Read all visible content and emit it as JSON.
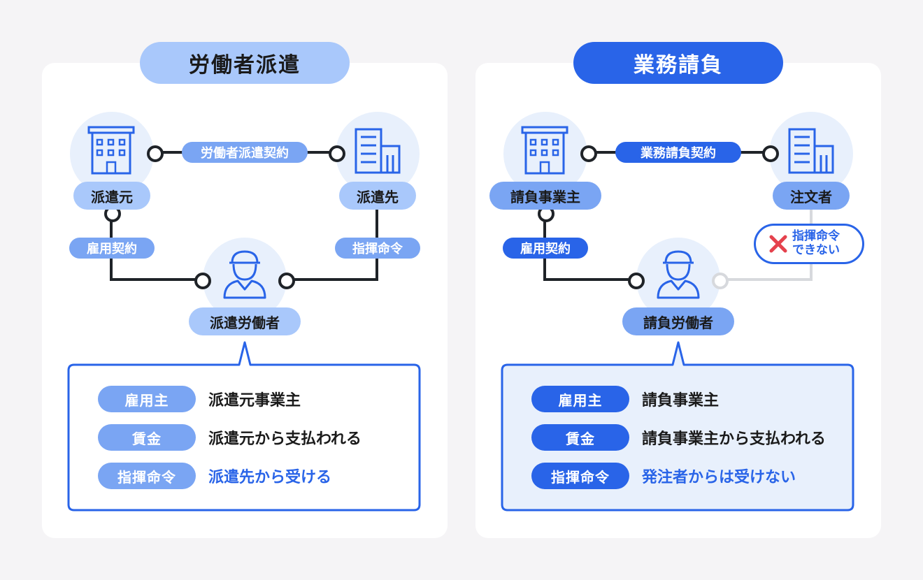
{
  "left": {
    "title": "労働者派遣",
    "dispatcher": "派遣元",
    "client": "派遣先",
    "worker": "派遣労働者",
    "top_contract": "労働者派遣契約",
    "left_contract": "雇用契約",
    "right_contract": "指揮命令",
    "rows": [
      {
        "label": "雇用主",
        "value": "派遣元事業主"
      },
      {
        "label": "賃金",
        "value": "派遣元から支払われる"
      },
      {
        "label": "指揮命令",
        "value": "派遣先から受ける"
      }
    ]
  },
  "right": {
    "title": "業務請負",
    "contractor": "請負事業主",
    "orderer": "注文者",
    "worker": "請負労働者",
    "top_contract": "業務請負契約",
    "left_contract": "雇用契約",
    "warning": "指揮命令\nできない",
    "rows": [
      {
        "label": "雇用主",
        "value": "請負事業主"
      },
      {
        "label": "賃金",
        "value": "請負事業主から支払われる"
      },
      {
        "label": "指揮命令",
        "value": "発注者からは受けない"
      }
    ]
  },
  "colors": {
    "light_blue": "#a9c8fb",
    "mid_blue": "#7aa5f3",
    "dark_blue": "#2964e8",
    "line": "#1f2328",
    "disabled_line": "#d7d9dd",
    "warning_x": "#e5424d"
  },
  "icons": [
    "office-building-icon",
    "company-building-icon",
    "worker-icon",
    "cross-icon"
  ]
}
